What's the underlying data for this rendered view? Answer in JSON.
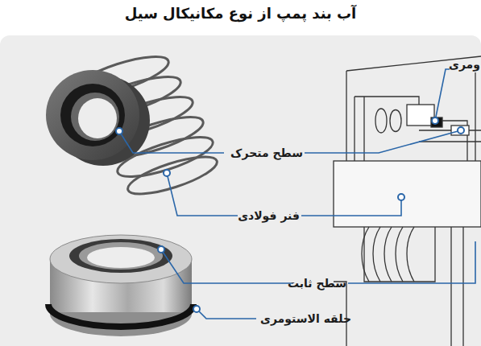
{
  "diagram": {
    "title": "آب بند پمپ از نوع مکانیکال سیل",
    "labels": [
      "ومری",
      "سطح متحرک",
      "فنر فولادی",
      "سطح ثابت",
      "حلقه الاستومری"
    ]
  }
}
